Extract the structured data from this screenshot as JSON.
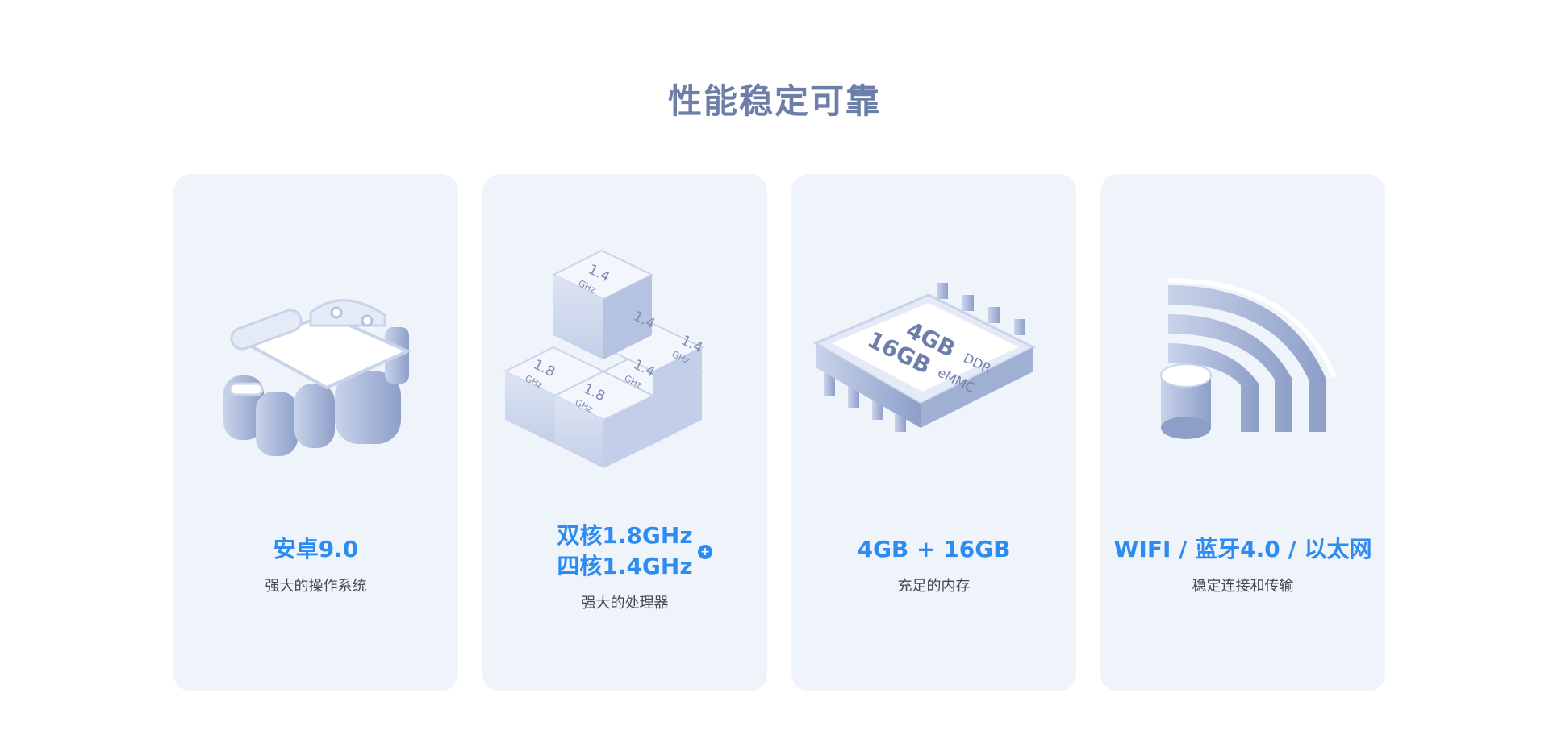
{
  "page": {
    "title": "性能稳定可靠"
  },
  "cards": [
    {
      "title": "安卓9.0",
      "subtitle": "强大的操作系统",
      "icon": "android-robot-icon"
    },
    {
      "title_line1": "双核1.8GHz",
      "title_line2": "四核1.4GHz",
      "badge": "+",
      "subtitle": "强大的处理器",
      "icon": "cpu-cores-cubes-icon",
      "cubes": [
        {
          "value": "1.4",
          "unit": "GHz"
        },
        {
          "value": "1.4",
          "unit": "GHz"
        },
        {
          "value": "1.4",
          "unit": "GHz"
        },
        {
          "value": "1.4",
          "unit": "GHz"
        },
        {
          "value": "1.8",
          "unit": "GHz"
        },
        {
          "value": "1.8",
          "unit": "GHz"
        }
      ]
    },
    {
      "title": "4GB + 16GB",
      "subtitle": "充足的内存",
      "icon": "memory-chip-icon",
      "chip_line1": "4GB",
      "chip_line1_suffix": "DDR",
      "chip_line2": "16GB",
      "chip_line2_suffix": "eMMC"
    },
    {
      "title": "WIFI / 蓝牙4.0 / 以太网",
      "subtitle": "稳定连接和传输",
      "icon": "wifi-signal-icon"
    }
  ],
  "colors": {
    "accent": "#2e8cf0",
    "title": "#6d7fa8",
    "card_bg": "#eff3fa",
    "text": "#434a55",
    "illustration": "#9fb0d3"
  }
}
